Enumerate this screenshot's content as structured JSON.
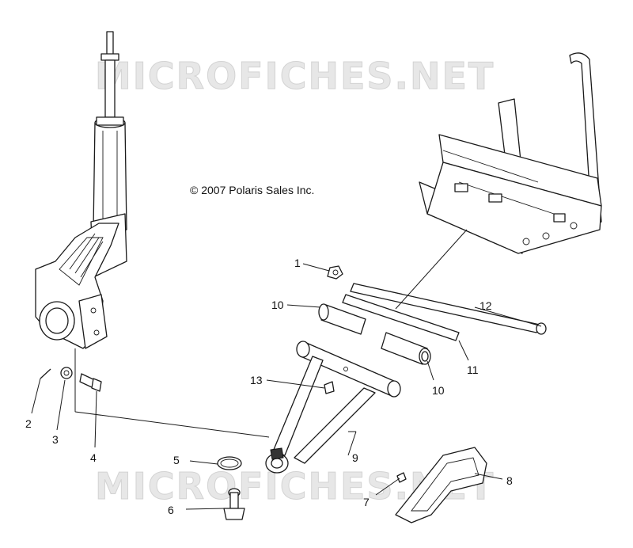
{
  "watermark": {
    "top": "MICROFICHES.NET",
    "bottom": "MICROFICHES.NET"
  },
  "copyright": "© 2007 Polaris Sales Inc.",
  "callouts": [
    {
      "id": "c1",
      "label": "1"
    },
    {
      "id": "c2",
      "label": "2"
    },
    {
      "id": "c3",
      "label": "3"
    },
    {
      "id": "c4",
      "label": "4"
    },
    {
      "id": "c5",
      "label": "5"
    },
    {
      "id": "c6",
      "label": "6"
    },
    {
      "id": "c7",
      "label": "7"
    },
    {
      "id": "c8",
      "label": "8"
    },
    {
      "id": "c9",
      "label": "9"
    },
    {
      "id": "c10a",
      "label": "10"
    },
    {
      "id": "c10b",
      "label": "10"
    },
    {
      "id": "c11",
      "label": "11"
    },
    {
      "id": "c12",
      "label": "12"
    },
    {
      "id": "c13",
      "label": "13"
    }
  ]
}
